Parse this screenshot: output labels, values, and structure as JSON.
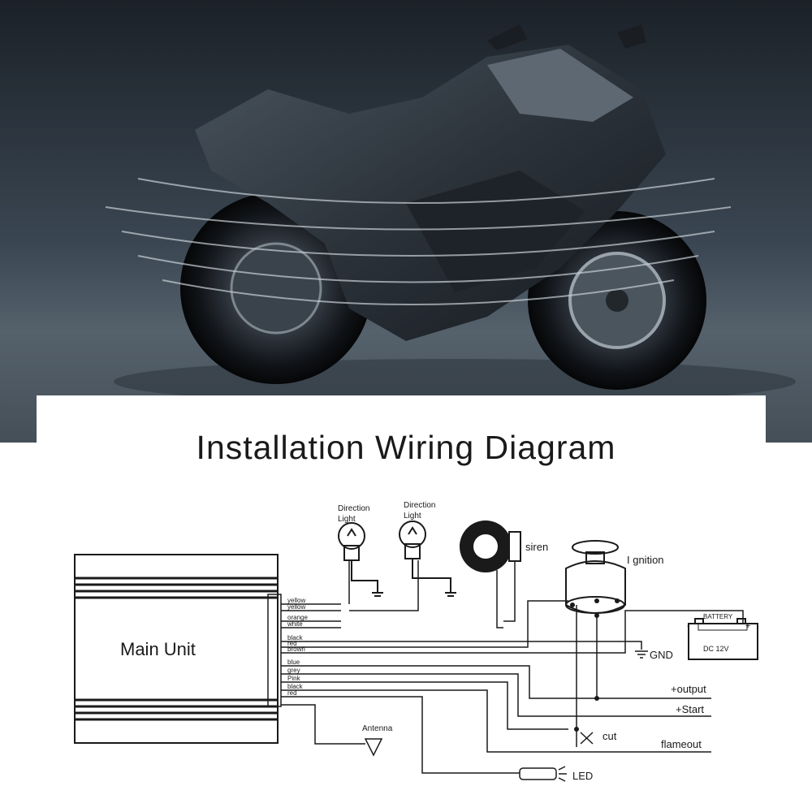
{
  "title": "Installation Wiring Diagram",
  "main_unit_label": "Main Unit",
  "wires": [
    "yellow",
    "yellow",
    "orange",
    "white",
    "black",
    "red",
    "brown",
    "blue",
    "grey",
    "Pink",
    "black",
    "red"
  ],
  "components": {
    "direction_light_1": "Direction\nLight",
    "direction_light_2": "Direction\nLight",
    "siren": "siren",
    "ignition": "I gnition",
    "battery": "BATTERY",
    "battery_voltage": "DC  12V",
    "battery_minus": "-",
    "battery_plus": "+",
    "gnd": "GND",
    "antenna": "Antenna",
    "cut": "cut",
    "led": "LED"
  },
  "outputs": {
    "output": "+output",
    "start": "+Start",
    "flameout": "flameout"
  }
}
